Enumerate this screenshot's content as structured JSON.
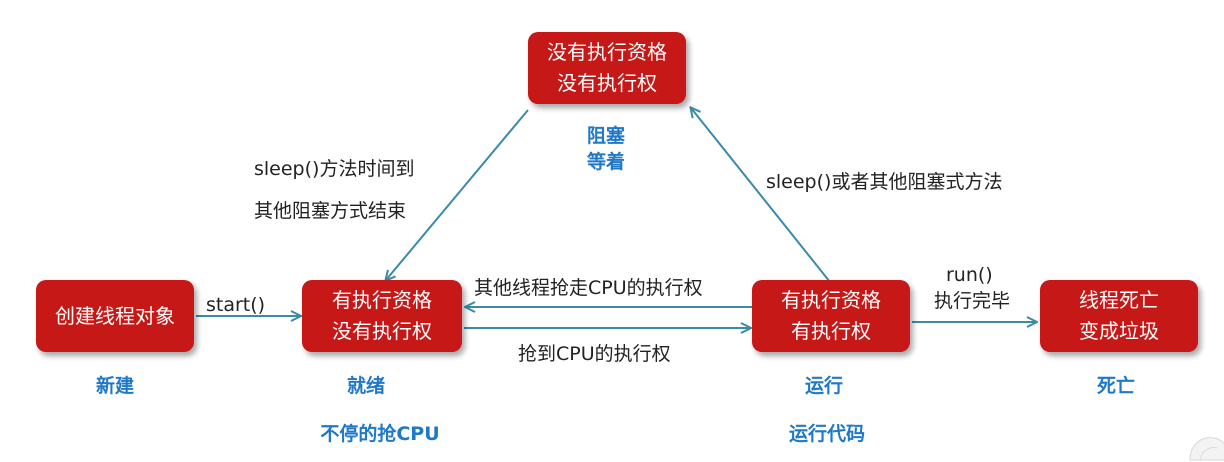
{
  "states": {
    "new": {
      "lines": [
        "创建线程对象"
      ],
      "label": "新建"
    },
    "ready": {
      "lines": [
        "有执行资格",
        "没有执行权"
      ],
      "label": "就绪",
      "note": "不停的抢CPU"
    },
    "running": {
      "lines": [
        "有执行资格",
        "有执行权"
      ],
      "label": "运行",
      "note": "运行代码"
    },
    "blocked": {
      "lines": [
        "没有执行资格",
        "没有执行权"
      ],
      "label_lines": [
        "阻塞",
        "等着"
      ]
    },
    "dead": {
      "lines": [
        "线程死亡",
        "变成垃圾"
      ],
      "label": "死亡"
    }
  },
  "transitions": {
    "start": "start()",
    "lose_cpu": "其他线程抢走CPU的执行权",
    "get_cpu": "抢到CPU的执行权",
    "to_blocked": "sleep()或者其他阻塞式方法",
    "unblock_line1": "sleep()方法时间到",
    "unblock_line2": "其他阻塞方式结束",
    "finish_line1": "run()",
    "finish_line2": "执行完毕"
  },
  "colors": {
    "box": "#c71818",
    "box_text": "#ffffff",
    "arrow": "#3a8aa8",
    "state_label": "#1f78c8"
  }
}
